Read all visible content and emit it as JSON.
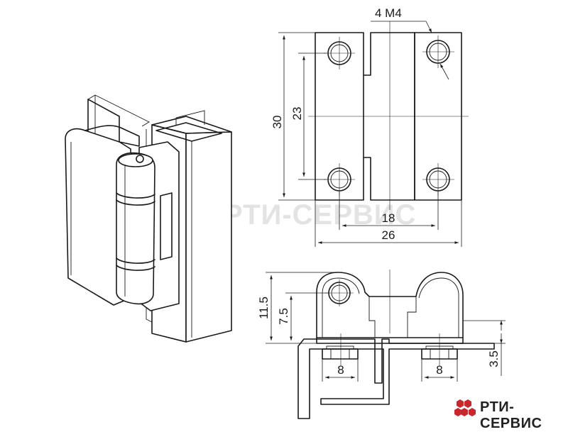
{
  "brand": {
    "name": "РТИ-СЕРВИС",
    "watermark": "РТИ-СЕРВИС",
    "logo_color": "#c8282d",
    "watermark_color": "#e3e3e3"
  },
  "dimensions": {
    "holes": "4 M4",
    "height_total": "30",
    "hole_spacing_vertical": "23",
    "hole_spacing_horizontal": "18",
    "width_total": "26",
    "side_height_total": "11.5",
    "side_pin_height": "7.5",
    "bolt_offset_left": "8",
    "bolt_offset_right": "8",
    "plate_thickness": "3.5"
  },
  "colors": {
    "line": "#1a1a1a",
    "background": "#ffffff"
  }
}
